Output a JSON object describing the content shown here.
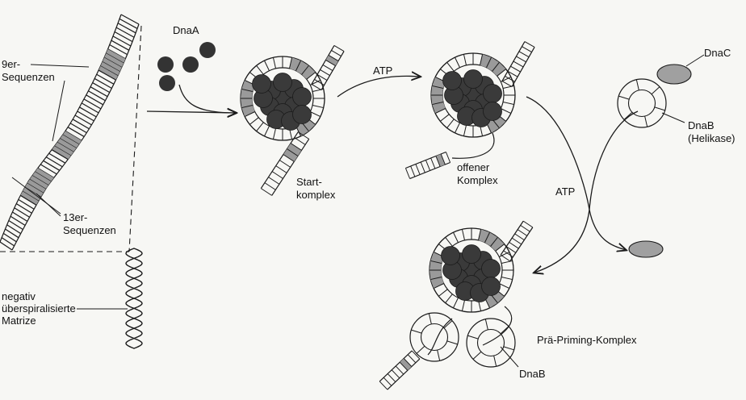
{
  "labels": {
    "nine_er": "9er-",
    "nine_er2": "Sequenzen",
    "thirteen_er": "13er-",
    "thirteen_er2": "Sequenzen",
    "negativ": "negativ",
    "ueberspiral": "überspiralisierte",
    "matrize": "Matrize",
    "dnaa": "DnaA",
    "atp1": "ATP",
    "start": "Start-",
    "komplex": "komplex",
    "offener": "offener",
    "komplex2": "Komplex",
    "dnac": "DnaC",
    "dnab": "DnaB",
    "helikase": "(Helikase)",
    "atp2": "ATP",
    "praepriming": "Prä-Priming-Komplex",
    "dnab2": "DnaB"
  },
  "colors": {
    "ink": "#1a1a1a",
    "protein": "#3a3a3a",
    "shade": "#9a9a9a",
    "paper": "#f7f7f4"
  }
}
